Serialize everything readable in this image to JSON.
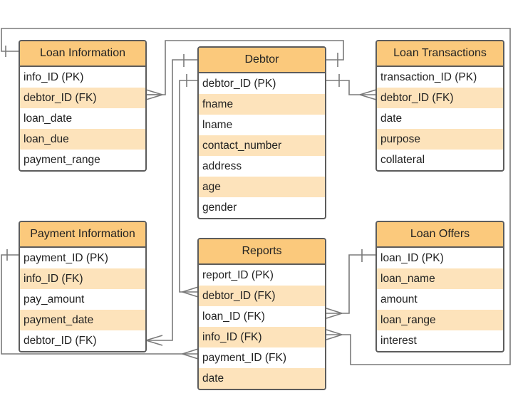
{
  "entities": {
    "loan_information": {
      "title": "Loan Information",
      "fields": [
        "info_ID (PK)",
        "debtor_ID (FK)",
        "loan_date",
        "loan_due",
        "payment_range"
      ]
    },
    "debtor": {
      "title": "Debtor",
      "fields": [
        "debtor_ID (PK)",
        "fname",
        "lname",
        "contact_number",
        "address",
        "age",
        "gender"
      ]
    },
    "loan_transactions": {
      "title": "Loan Transactions",
      "fields": [
        "transaction_ID (PK)",
        "debtor_ID (FK)",
        "date",
        "purpose",
        "collateral"
      ]
    },
    "payment_information": {
      "title": "Payment Information",
      "fields": [
        "payment_ID (PK)",
        "info_ID (FK)",
        "pay_amount",
        "payment_date",
        "debtor_ID (FK)"
      ]
    },
    "reports": {
      "title": "Reports",
      "fields": [
        "report_ID (PK)",
        "debtor_ID (FK)",
        "loan_ID (FK)",
        "info_ID (FK)",
        "payment_ID (FK)",
        "date"
      ]
    },
    "loan_offers": {
      "title": "Loan Offers",
      "fields": [
        "loan_ID (PK)",
        "loan_name",
        "amount",
        "loan_range",
        "interest"
      ]
    }
  },
  "colors": {
    "header": "#fbc97c",
    "shaded_row": "#fde3bb",
    "border": "#5c5c5c",
    "line": "#7a7a7a"
  }
}
